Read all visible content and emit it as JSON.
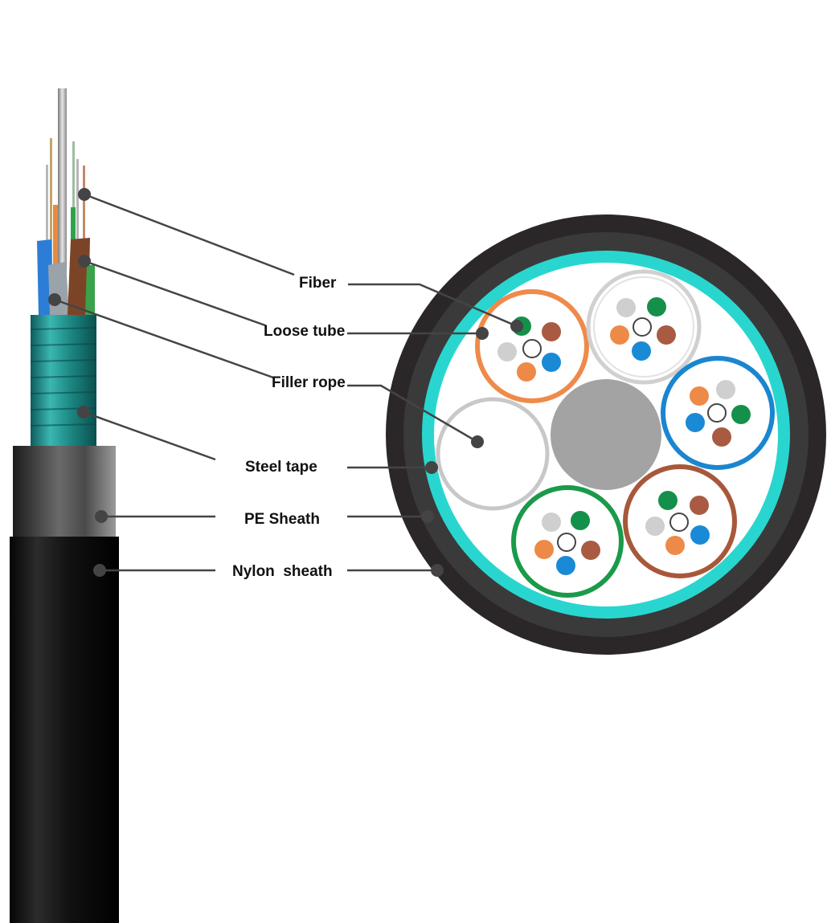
{
  "labels": {
    "fiber": "Fiber",
    "loose_tube": "Loose tube",
    "filler_rope": "Filler rope",
    "steel_tape": "Steel tape",
    "pe_sheath": "PE Sheath",
    "nylon_sheath": "Nylon  sheath"
  },
  "colors": {
    "nylon_sheath": "#2b2728",
    "pe_sheath": "#3a3a3a",
    "steel_tape": "#29d6cf",
    "core_fill": "#ffffff",
    "central_member": "#a3a3a3",
    "filler_rope": "#c8c8c8",
    "tube_orange": "#ee8a4a",
    "tube_gray": "#d0d0d0",
    "tube_blue": "#1a86cf",
    "tube_brown": "#a8583a",
    "tube_green": "#1a9a4a",
    "fiber_green": "#15904a",
    "fiber_brown": "#a85b42",
    "fiber_blue": "#1a8ad6",
    "fiber_orange": "#ee8a47",
    "fiber_gray": "#cfcfcf",
    "pointer": "#444444"
  }
}
